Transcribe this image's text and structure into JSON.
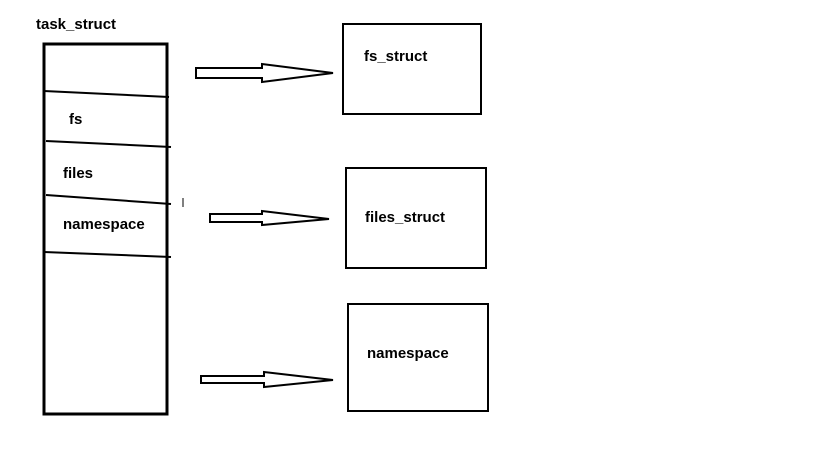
{
  "diagram": {
    "task_struct": {
      "title": "task_struct",
      "fields": [
        "fs",
        "files",
        "namespace"
      ]
    },
    "targets": [
      "fs_struct",
      "files_struct",
      "namespace"
    ],
    "colors": {
      "stroke": "#000000",
      "background": "#ffffff"
    }
  }
}
